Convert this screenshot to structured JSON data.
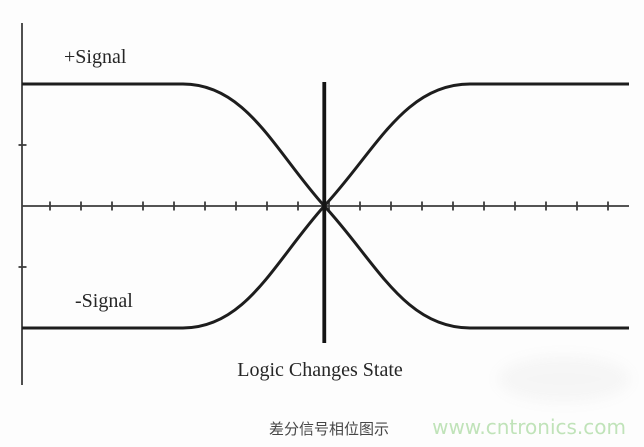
{
  "caption": "差分信号相位图示",
  "watermark": "www.cntronics.com",
  "colors": {
    "curve": "#1d1d1d",
    "axis": "#3c3c3c",
    "event_line": "#141414",
    "label_text": "#262626",
    "caption_text": "#474747",
    "watermark_text": "#c0e3b9",
    "background": "#fdfdfd"
  },
  "chart_data": {
    "type": "line",
    "title": "差分信号相位图示",
    "xlabel": "",
    "ylabel": "",
    "x_range": [
      0,
      1
    ],
    "y_range": [
      -1,
      1
    ],
    "grid": false,
    "series": [
      {
        "name": "+Signal",
        "points": [
          [
            0,
            1
          ],
          [
            0.265,
            1
          ],
          [
            0.498,
            0
          ],
          [
            0.738,
            -1
          ],
          [
            1,
            -1
          ]
        ]
      },
      {
        "name": "-Signal",
        "points": [
          [
            0,
            -1
          ],
          [
            0.265,
            -1
          ],
          [
            0.498,
            0
          ],
          [
            0.738,
            1
          ],
          [
            1,
            1
          ]
        ]
      }
    ],
    "annotations": [
      {
        "text": "Logic Changes State",
        "x": 0.498,
        "type": "vertical-line"
      }
    ],
    "axes": {
      "x_tick_count": 19,
      "y_tick_values": [
        0.5,
        -0.5
      ]
    }
  }
}
